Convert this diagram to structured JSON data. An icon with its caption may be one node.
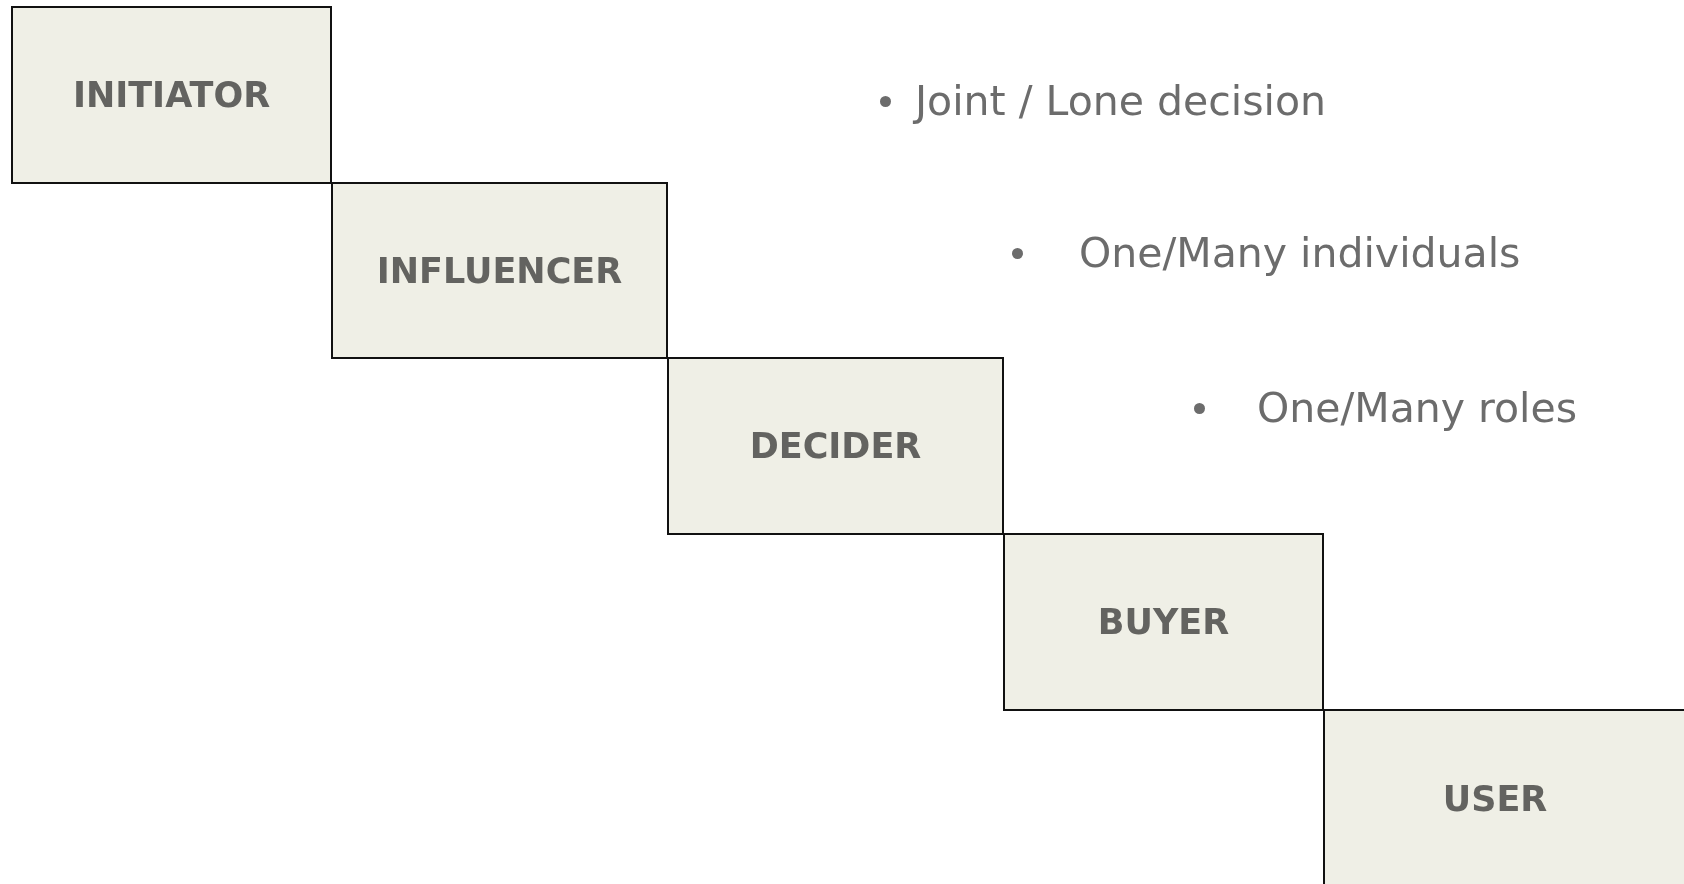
{
  "diagram": {
    "nodes": [
      {
        "text": [
          "INITIATOR"
        ]
      },
      {
        "text": [
          "INFLUENCER"
        ]
      },
      {
        "text": [
          "DECIDER"
        ]
      },
      {
        "text": [
          "BUYER"
        ]
      },
      {
        "text": [
          "USER"
        ]
      }
    ],
    "labels": [
      "Joint / Lone decision",
      "One/Many individuals",
      "One/Many roles"
    ]
  }
}
